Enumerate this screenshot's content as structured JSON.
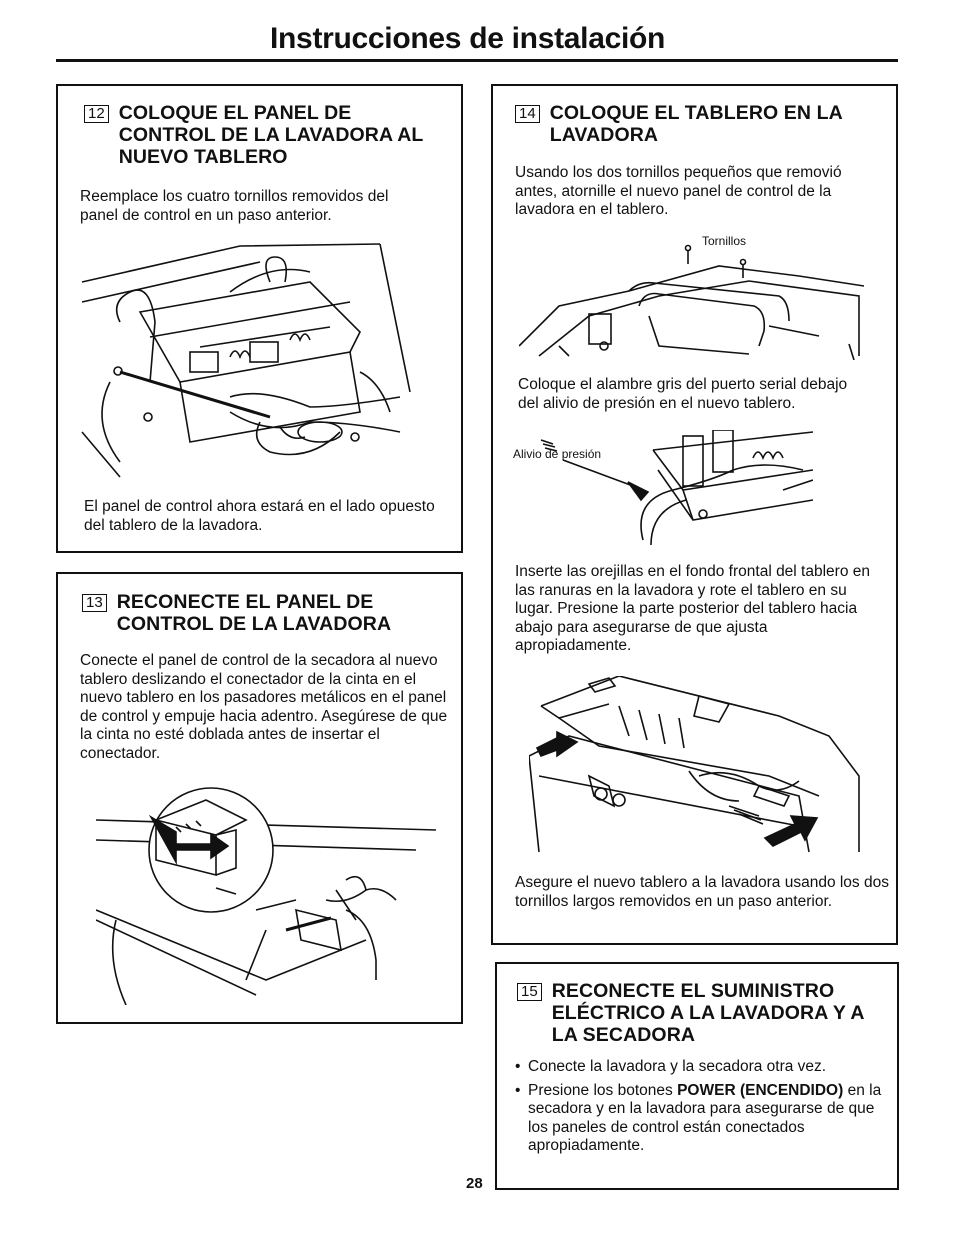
{
  "page": {
    "title": "Instrucciones de instalación",
    "page_number": "28"
  },
  "step12": {
    "number": "12",
    "title": "COLOQUE EL PANEL DE CONTROL DE LA LAVADORA AL NUEVO TABLERO",
    "text": "Reemplace los cuatro tornillos removidos del panel de control en un paso anterior.",
    "caption": "El panel de control ahora estará en el lado opuesto del tablero de la lavadora."
  },
  "step13": {
    "number": "13",
    "title": "RECONECTE EL PANEL DE CONTROL DE LA LAVADORA",
    "text": "Conecte el panel de control de la secadora al nuevo tablero deslizando el conectador de la cinta en el nuevo tablero en los pasadores metálicos en el panel de control y empuje hacia adentro. Asegúrese de que la cinta no esté doblada antes de insertar el conectador."
  },
  "step14": {
    "number": "14",
    "title": "COLOQUE EL TABLERO EN LA LAVADORA",
    "text1": "Usando los dos tornillos pequeños que removió antes, atornille el nuevo panel de control de la lavadora en el tablero.",
    "label_tornillos": "Tornillos",
    "text2": "Coloque el alambre gris del puerto serial debajo del alivio de presión en el nuevo tablero.",
    "label_alivio": "Alivio de presión",
    "text3": "Inserte las orejillas en el fondo frontal del tablero en las ranuras en la lavadora y rote el tablero en su lugar. Presione la parte posterior del tablero hacia abajo para asegurarse de que ajusta apropiadamente.",
    "text4": "Asegure el nuevo tablero a la lavadora usando los dos tornillos largos removidos en un paso anterior."
  },
  "step15": {
    "number": "15",
    "title": "RECONECTE EL SUMINISTRO ELÉCTRICO A LA LAVADORA Y A LA SECADORA",
    "bullet_symbol": "•",
    "bullet1": "Conecte la lavadora y la secadora otra vez.",
    "bullet2_pre": "Presione los botones ",
    "bullet2_bold": "POWER (ENCENDIDO)",
    "bullet2_post": " en la secadora y en la lavadora para asegurarse de que los paneles de control están conectados apropiadamente."
  }
}
